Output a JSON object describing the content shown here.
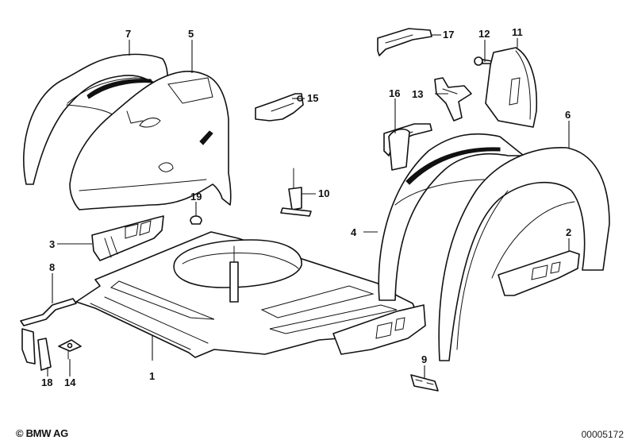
{
  "diagram": {
    "title": "Rear wheelhouse / floor pan exploded view",
    "copyright": "© BMW AG",
    "reference_number": "00005172",
    "callouts": [
      {
        "id": "1",
        "label": "1",
        "part": "floor-pan"
      },
      {
        "id": "2",
        "label": "2",
        "part": "side-member-right"
      },
      {
        "id": "3",
        "label": "3",
        "part": "side-member-left"
      },
      {
        "id": "4",
        "label": "4",
        "part": "wheelhouse-inner-right"
      },
      {
        "id": "5",
        "label": "5",
        "part": "wheelhouse-inner-left"
      },
      {
        "id": "6",
        "label": "6",
        "part": "wheelhouse-outer-right"
      },
      {
        "id": "7",
        "label": "7",
        "part": "wheelhouse-outer-left"
      },
      {
        "id": "8",
        "label": "8",
        "part": "tube"
      },
      {
        "id": "9",
        "label": "9",
        "part": "clip-plate"
      },
      {
        "id": "10",
        "label": "10",
        "part": "spare-wheel-bolt-bracket"
      },
      {
        "id": "11",
        "label": "11",
        "part": "cover-panel"
      },
      {
        "id": "12",
        "label": "12",
        "part": "screw"
      },
      {
        "id": "13",
        "label": "13",
        "part": "bracket"
      },
      {
        "id": "14",
        "label": "14",
        "part": "holder-plate"
      },
      {
        "id": "15",
        "label": "15",
        "part": "bracket-left"
      },
      {
        "id": "16",
        "label": "16",
        "part": "bracket-right"
      },
      {
        "id": "17",
        "label": "17",
        "part": "bracket-top"
      },
      {
        "id": "18",
        "label": "18",
        "part": "reinforcement"
      },
      {
        "id": "19",
        "label": "19",
        "part": "plug"
      }
    ]
  }
}
